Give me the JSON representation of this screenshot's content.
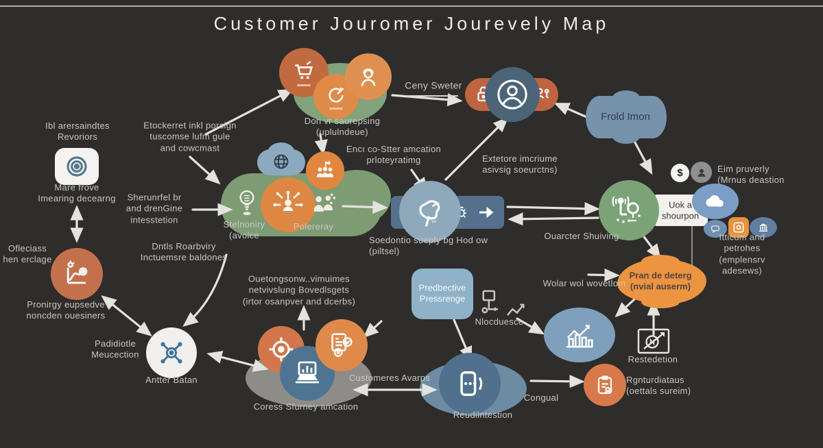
{
  "title": "Customer Jouromer Jourevely Map",
  "colors": {
    "background": "#2e2d2b",
    "arrow": "#e4e2de",
    "orange_bright": "#e0883f",
    "orange_terracotta": "#c3714c",
    "green_blob": "#7d9c74",
    "blue_slate": "#54708c",
    "blue_light": "#8fb2c8",
    "white_panel": "#f2f1ee"
  },
  "labels": {
    "top_left_note": "Ibl arersaindtes\nRevoriors",
    "mare_frove": "Mare frove\nImearing decearng",
    "etockerret": "Etockerret inkl porcign\ntuscomse lufm gule\nand cowcmast",
    "sherunrfel": "Sherunrfel br\nand drenGine\nintesstetion",
    "ofleciass": "Ofleciass\nhen erclage",
    "pronirgy": "Pronirgy eupsedve\nnoncden ouesiners",
    "dntls": "Dntls Roarbviry\nInctuemsre baldones",
    "stelnoniry": "Stelnoniry\n(avolce",
    "polereray": "Polereray",
    "don_vr": "Don vr saurepsing\n(uplulndeue)",
    "ceny_sweter": "Ceny Sweter",
    "enci_coster": "Encı co-Stter amcation\nprloteyratimg",
    "extetore": "Extetore imcriume\nasivsig soeurctns)",
    "frold_imon": "Frold Imon",
    "eim_pruverly": "Eim pruverly\n(Mrnus deastion",
    "uok_shourpon": "Uok a\nshourpon",
    "ouarcter": "Ouarcter Shuiving",
    "itticum": "Itticum and petrohes\n(emplensrv adesews)",
    "pran_de": "Pran de deterg\n(nvial auserm)",
    "wolar": "Wolar wol wovetlom",
    "restedetion": "Restedetion",
    "rgnturdiataus": "Rgnturdiataus\n(oettals sureim)",
    "predbective": "Predbective\nPressrenge",
    "nlocduesce": "Nlocduesce",
    "ouetongsonw": "Ouetongsonw..vimuimes\nnetvivslung Bovedlsgets\n(irtor osanpver and dcerbs)",
    "padidiotle": "Padidiotle\nMeucection",
    "antter_batan": "Antter Batan",
    "coress": "Coress Sfurney amcation",
    "customeres": "Customeres Avarps",
    "reudilntestion": "Reudilntestion",
    "congual": "Congual",
    "soedontio": "Soedontio sueply bg Hod ow\n(piltsel)",
    "dollar_sign": "$"
  },
  "icons": {
    "cart-icon": "shopping cart",
    "refresh-pencil-icon": "circular arrow with pencil",
    "woman-avatar-icon": "female user",
    "lock-icon": "padlock",
    "user-circle-icon": "person in circle",
    "person-key-icon": "person with key",
    "globe-cloud-icon": "globe inside cloud",
    "group-icon": "group of people with flag",
    "lightbulb-icon": "idea bulb",
    "network-person-icon": "person with network nodes",
    "people-icon": "two people",
    "map-route-icon": "map blob with pin",
    "bug-icon": "small bug",
    "arrow-glyph-icon": "right arrow",
    "antenna-circuit-icon": "antenna with signal and circuit",
    "cloud-icon": "cloud",
    "dollar-icon": "dollar sign",
    "person-solid-icon": "person silhouette",
    "chat-icon": "speech bubble",
    "image-icon": "picture frame",
    "bank-icon": "bank building",
    "bars-growth-icon": "bar chart with rising arrow",
    "target-icon": "concentric target",
    "chart-growth-icon": "line chart with target",
    "crosshair-icon": "crosshair",
    "laptop-chart-icon": "laptop with chart",
    "documents-icon": "documents with badges",
    "phone-chat-icon": "phone with message dots",
    "clipboard-icon": "clipboard with person",
    "drone-gear-icon": "hub with four rotors",
    "flow-nodes-icon": "flowchart nodes",
    "zigzag-arrow-icon": "zigzag trend arrow",
    "slash-circle-icon": "framed circle with diagonal arrow"
  }
}
